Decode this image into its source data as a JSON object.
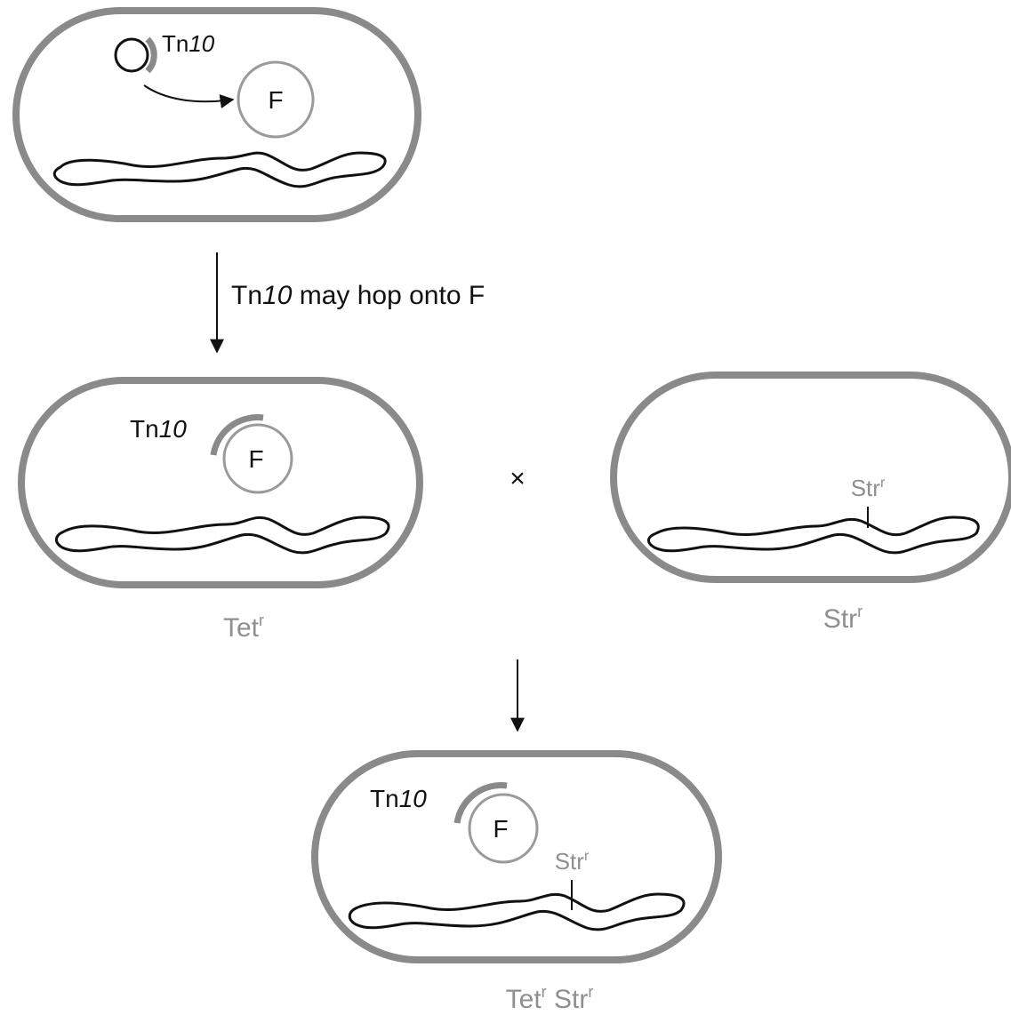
{
  "cell_top": {
    "transposon_label": "Tn",
    "transposon_label_number": "10",
    "plasmid_label": "F"
  },
  "step1_arrow": {
    "label_prefix": "Tn",
    "label_number": "10",
    "label_suffix": " may hop onto F"
  },
  "cell_donor": {
    "transposon_label": "Tn",
    "transposon_label_number": "10",
    "plasmid_label": "F",
    "phenotype": "Tet",
    "phenotype_sup": "r"
  },
  "cross_symbol": "×",
  "cell_recipient": {
    "marker_label": "Str",
    "marker_label_sup": "r",
    "phenotype": "Str",
    "phenotype_sup": "r"
  },
  "cell_result": {
    "transposon_label": "Tn",
    "transposon_label_number": "10",
    "plasmid_label": "F",
    "marker_label": "Str",
    "marker_label_sup": "r",
    "phenotype_1": "Tet",
    "phenotype_1_sup": "r",
    "phenotype_2": "Str",
    "phenotype_2_sup": "r"
  },
  "colors": {
    "cell_wall": "#8a8a8a",
    "chromosome": "#111111",
    "gray_text": "#8f8f8f"
  }
}
